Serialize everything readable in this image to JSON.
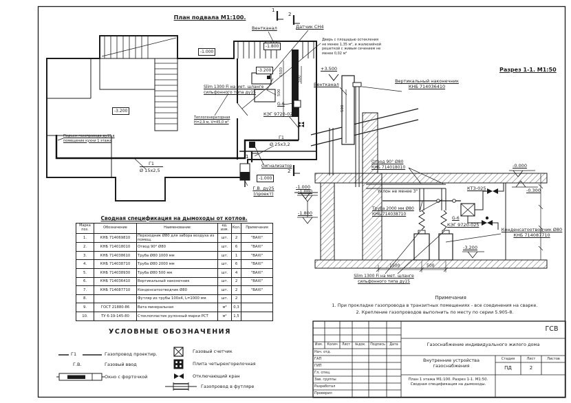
{
  "plan": {
    "title": "План подвала М1:100.",
    "section_mark_1": "1",
    "section_mark_2": "2",
    "vent_channel": "Вентканал",
    "ch4_sensor": "Датчик СН4",
    "door_note": "Дверь с площадью остекления\nне менее 1,35 м², и жалюзийной\nрешеткой с живым сечением не\nменее  0,02 м²",
    "elev_minus_1000": "-1.000",
    "elev_minus_1800": "-1.800",
    "elev_minus_3200_room": "-3.200",
    "elev_minus_3200_boiler": "-3.200",
    "slim_boilers": "Slim 1300 Fi на мет. шланге\nсильфонного типа ду15",
    "boiler_room": "Теплогенераторная\nН=2,9 м, V=45,0 м³",
    "g6_meter": "G-6",
    "keg_valve": "КЭГ 9720-025",
    "riser_note": "Подъем газопровода ду15 в\nпомещение кухни 1 этажа",
    "pipe_g1_label": "Г1",
    "pipe_g1_size": "Ø 25x3,2",
    "pipe_g1b_label": "Г1",
    "pipe_g1b_size": "Ø 15x2,5",
    "signal_device": "Сигнализатор",
    "gas_inlet": "Г.В. ду25\n(проект)",
    "elev_inlet_box": "-1.000",
    "elev_inlet_mark": "-1.000",
    "dim_1500": "1500",
    "dim_500a": "500",
    "dim_500b": "500"
  },
  "section": {
    "title": "Разрез 1-1. М1:50",
    "elev_plus_3500": "+3.500",
    "vent_channel": "Вентканал",
    "terminal": "Вертикальный наконечник\nКНБ 714036410",
    "dim_500": "500",
    "elbow": "Отвод 90°  Ø80\nКНБ 714018010",
    "slope": "Уклон не менее 3°",
    "pipe_2000": "Труба 2000 мм  Ø80\nКНБ 714038710",
    "ktz_valve": "КТЗ-025",
    "g6_meter": "G-6",
    "keg_valve": "КЭГ 9720-025",
    "condensate": "Конденсатоотводчик Ø80\nКНБ 714087710",
    "elev_0000": "-0.000",
    "elev_0300": "-0.300",
    "elev_1000": "-1.000",
    "elev_1800": "-1.800",
    "elev_3200": "-3.200",
    "dim_1500": "1500",
    "dim_500b": "500",
    "slim_boilers": "Slim 1300 Fi на мет. шланге\nсильфонного типа ду15"
  },
  "notes": {
    "title": "Примечания",
    "n1": "1. При прокладке газопровода в транзитных помещениях - все соединения на сварке.",
    "n2": "2. Крепление газопроводов выполнить по месту по серии 5.905-8."
  },
  "spec_table": {
    "title": "Сводная спецификация на дымоходы от котлов.",
    "headers": [
      "Марка\nпоз.",
      "Обозначение",
      "Наименование",
      "ед.\nизм.",
      "Кол.",
      "Примечания"
    ],
    "rows": [
      [
        "1.",
        "КНБ 714069810",
        "Переходник Ø80 для забора воздуха из помещ.",
        "шт.",
        "2",
        "\"BAXI\""
      ],
      [
        "2.",
        "КНБ 714018010",
        "Отвод 90° Ø80",
        "шт.",
        "6",
        "\"BAXI\""
      ],
      [
        "3.",
        "КНБ 714038610",
        "Труба Ø80 1000 мм",
        "шт.",
        "1",
        "\"BAXI\""
      ],
      [
        "4.",
        "КНБ 714038710",
        "Труба Ø80 2000 мм",
        "шт.",
        "6",
        "\"BAXI\""
      ],
      [
        "5.",
        "КНБ 714038930",
        "Труба Ø80 500 мм",
        "шт.",
        "4",
        "\"BAXI\""
      ],
      [
        "6.",
        "КНБ 714036410",
        "Вертикальный наконечник",
        "шт.",
        "2",
        "\"BAXI\""
      ],
      [
        "7.",
        "КНБ 714087710",
        "Конденсатоотводчик Ø80",
        "шт.",
        "2",
        "\"BAXI\""
      ],
      [
        "8.",
        "",
        "Футляр из трубы 100х4, L=1000 мм",
        "шт.",
        "2",
        ""
      ],
      [
        "9.",
        "ГОСТ 21880-86",
        "Вата минеральная",
        "м³",
        "0,3",
        ""
      ],
      [
        "10.",
        "ТУ 6-19-145-80",
        "Стеклопластик рулонный марки РСТ",
        "м²",
        "1,5",
        ""
      ]
    ]
  },
  "legend": {
    "title": "УСЛОВНЫЕ ОБОЗНАЧЕНИЯ",
    "g1_symbol": "Г1",
    "g1": "Газопровод проектир.",
    "gv_symbol": "Г.В.",
    "gv": "Газовый ввод",
    "window": "Окно с форточкой",
    "meter": "Газовый счетчик",
    "stove": "Плита четырехгорелочная",
    "valve": "Отключающий кран",
    "case": "Газопровод в футляре"
  },
  "titleblock": {
    "code": "ГСВ",
    "cols": [
      "Изм.",
      "Колич",
      "Лист",
      "№док.",
      "Подпись",
      "Дата"
    ],
    "rows": [
      "Нач. отд.",
      "ГАП",
      "ГИП",
      "Гл. спец.",
      "Зав. группы",
      "Разработал",
      "Проверил"
    ],
    "object": "Газоснабжение индивидуального жилого дома",
    "doc": "Внутренние устройства\nгазоснабжения",
    "stage_label": "Стадия",
    "sheet_label": "Лист",
    "sheets_label": "Листов",
    "stage": "ПД",
    "sheet_no": "2",
    "content": "План 1 этажа М1:100. Разрез 1-1. М1:50.\nСводная спецификация на дымоходы."
  }
}
